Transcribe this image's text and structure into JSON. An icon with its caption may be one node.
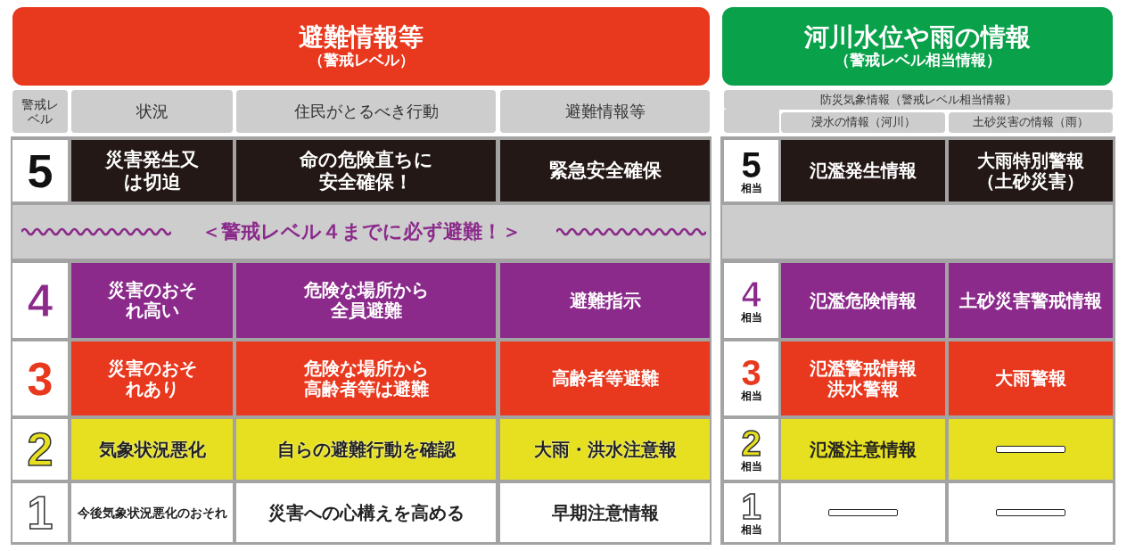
{
  "diagram": {
    "nodes": [
      {
        "text": [
          "避難情報等",
          "（警戒レベル）"
        ]
      },
      {
        "text": [
          "河川水位や雨の情報",
          "（警戒レベル相当情報）"
        ]
      }
    ],
    "labels": [
      "警戒レベル",
      "状況",
      "住民がとるべき行動",
      "避難情報等",
      "防災気象情報（警戒レベル相当情報）",
      "浸水の情報（河川）",
      "土砂災害の情報（雨）",
      "5",
      "災害発生又は切迫",
      "命の危険直ちに安全確保！",
      "緊急安全確保",
      "5",
      "相当",
      "氾濫発生情報",
      "大雨特別警報（土砂災害）",
      "＜警戒レベル４までに必ず避難！＞",
      "4",
      "災害のおそれ高い",
      "危険な場所から全員避難",
      "避難指示",
      "4",
      "相当",
      "氾濫危険情報",
      "土砂災害警戒情報",
      "3",
      "災害のおそれあり",
      "危険な場所から高齢者等は避難",
      "高齢者等避難",
      "3",
      "相当",
      "氾濫警戒情報",
      "洪水警報",
      "大雨警報",
      "2",
      "気象状況悪化",
      "自らの避難行動を確認",
      "大雨・洪水注意報",
      "2",
      "相当",
      "氾濫注意情報",
      "1",
      "今後気象状況悪化のおそれ",
      "災害への心構えを高める",
      "早期注意情報",
      "1",
      "相当"
    ]
  }
}
